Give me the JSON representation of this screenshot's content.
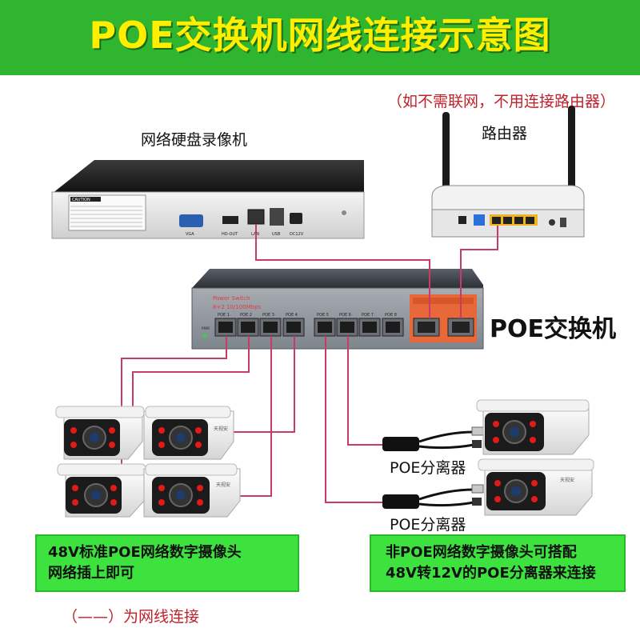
{
  "title": "POE交换机网线连接示意图",
  "router_note": "（如不需联网，不用连接路由器）",
  "nvr": {
    "label": "网络硬盘录像机",
    "caution": "CAUTION",
    "ports": [
      "VGA",
      "HD-OUT",
      "LAN",
      "USB",
      "DC12V"
    ]
  },
  "router": {
    "label": "路由器"
  },
  "switch": {
    "label": "POE交换机",
    "header": "Power Switch",
    "spec": "8+2 10/100Mbps",
    "poe_ports": [
      "POE 1",
      "POE 2",
      "POE 3",
      "POE 4",
      "POE 5",
      "POE 6",
      "POE 7",
      "POE 8"
    ],
    "power": "PWR"
  },
  "cameras": {
    "brand": "天视安"
  },
  "splitters": [
    {
      "label": "POE分离器"
    },
    {
      "label": "POE分离器"
    }
  ],
  "notes": {
    "left_line1": "48V标准POE网络数字摄像头",
    "left_line2": "网络插上即可",
    "right_line1": "非POE网络数字摄像头可搭配",
    "right_line2": "48V转12V的POE分离器来连接"
  },
  "legend": "（——）为网线连接",
  "colors": {
    "banner": "#2fb52f",
    "title": "#ffee00",
    "wire": "#c93a64",
    "note_red": "#c0202a",
    "box": "#3ee23e"
  }
}
